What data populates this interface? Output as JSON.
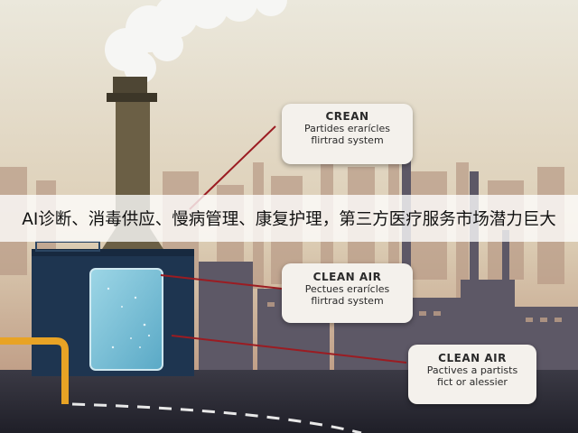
{
  "banner": {
    "text": "AI诊断、消毒供应、慢病管理、康复护理，第三方医疗服务市场潜力巨大"
  },
  "callouts": [
    {
      "title": "CREAN",
      "line1": "Partides erarícles",
      "line2": "flirtrad system"
    },
    {
      "title": "CLEAN AIR",
      "line1": "Pectues erarícles",
      "line2": "flirtrad system"
    },
    {
      "title": "CLEAN AIR",
      "line1": "Pactives a partists",
      "line2": "fict or alessier"
    }
  ],
  "colors": {
    "sky_top": "#e7e4d8",
    "sky_bottom": "#c9a98a",
    "stack": "#6b5f45",
    "tank": "#1e3550",
    "glass": "#7fc4db",
    "pipe": "#e8a325",
    "leader_line": "#9b1c22"
  }
}
